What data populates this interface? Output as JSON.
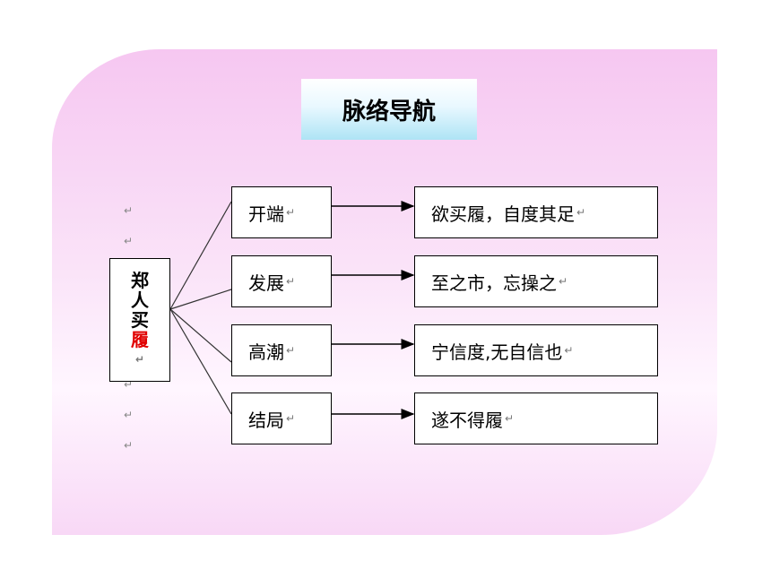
{
  "title": "脉络导航",
  "root": {
    "chars": [
      "郑",
      "人",
      "买"
    ],
    "highlight_char": "履",
    "mark": "↵"
  },
  "para_mark": "↵",
  "rows": [
    {
      "stage": "开端",
      "event": "欲买履，自度其足"
    },
    {
      "stage": "发展",
      "event": "至之市，忘操之"
    },
    {
      "stage": "高潮",
      "event": "宁信度,无自信也"
    },
    {
      "stage": "结局",
      "event": "遂不得履"
    }
  ]
}
